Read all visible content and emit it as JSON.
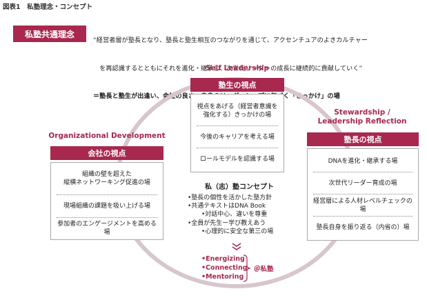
{
  "figure_title": "図表1　私塾理念・コンセプト",
  "philosophy": {
    "badge": "私塾共通理念",
    "quote_lines": [
      "“経営者層が塾長となり、塾長と塾生相互のつながりを通じて、アクセンチュアのよきカルチャー",
      "　を再認識するとともにそれを進化・継承し、次世代リーダーの成長に継続的に貢献していく”",
      "＝塾長と塾生が出逢い、会社の良さ・自身のリーダーシップに気づく「きっかけ」の場"
    ]
  },
  "perspectives": {
    "student": {
      "title": "Self Leadership",
      "header": "塾生の視点",
      "items": [
        [
          "視点をあげる（経営者意識を",
          "強化する）きっかけの場"
        ],
        [
          "今後のキャリアを考える場"
        ],
        [
          "ロールモデルを認識する場"
        ]
      ]
    },
    "company": {
      "title": "Organizational Development",
      "header": "会社の視点",
      "items": [
        [
          "組織の壁を超えた",
          "縦横ネットワーキング促進の場"
        ],
        [
          "現場組織の課題を吸い上げる場"
        ],
        [
          "参加者のエンゲージメントを高める場"
        ]
      ]
    },
    "leader": {
      "title_lines": [
        "Stewardship /",
        "Leadership Reflection"
      ],
      "header": "塾長の視点",
      "items": [
        [
          "DNAを進化・継承する場"
        ],
        [
          "次世代リーダー育成の場"
        ],
        [
          "経営層による人材レベルチェックの場"
        ],
        [
          "塾長自身を振り返る（内省の）場"
        ]
      ]
    }
  },
  "concept": {
    "title": "私（志）塾コンセプト",
    "items": [
      {
        "text": "•塾長の個性を活かした塾方針",
        "sub": false
      },
      {
        "text": "•共通テキストはDNA Book",
        "sub": false
      },
      {
        "text": "•対話中心、違いを尊重",
        "sub": true
      },
      {
        "text": "•全員が先生ー学び教えあう",
        "sub": false
      },
      {
        "text": "•心理的に安全な第三の場",
        "sub": true
      }
    ]
  },
  "keywords": {
    "items": [
      "•Energizing",
      "•Connecting",
      "•Mentoring"
    ],
    "label": "＠私塾"
  },
  "colors": {
    "accent": "#a8284f",
    "ring": "#d8c6cf",
    "box_border": "#a8a8a8"
  }
}
